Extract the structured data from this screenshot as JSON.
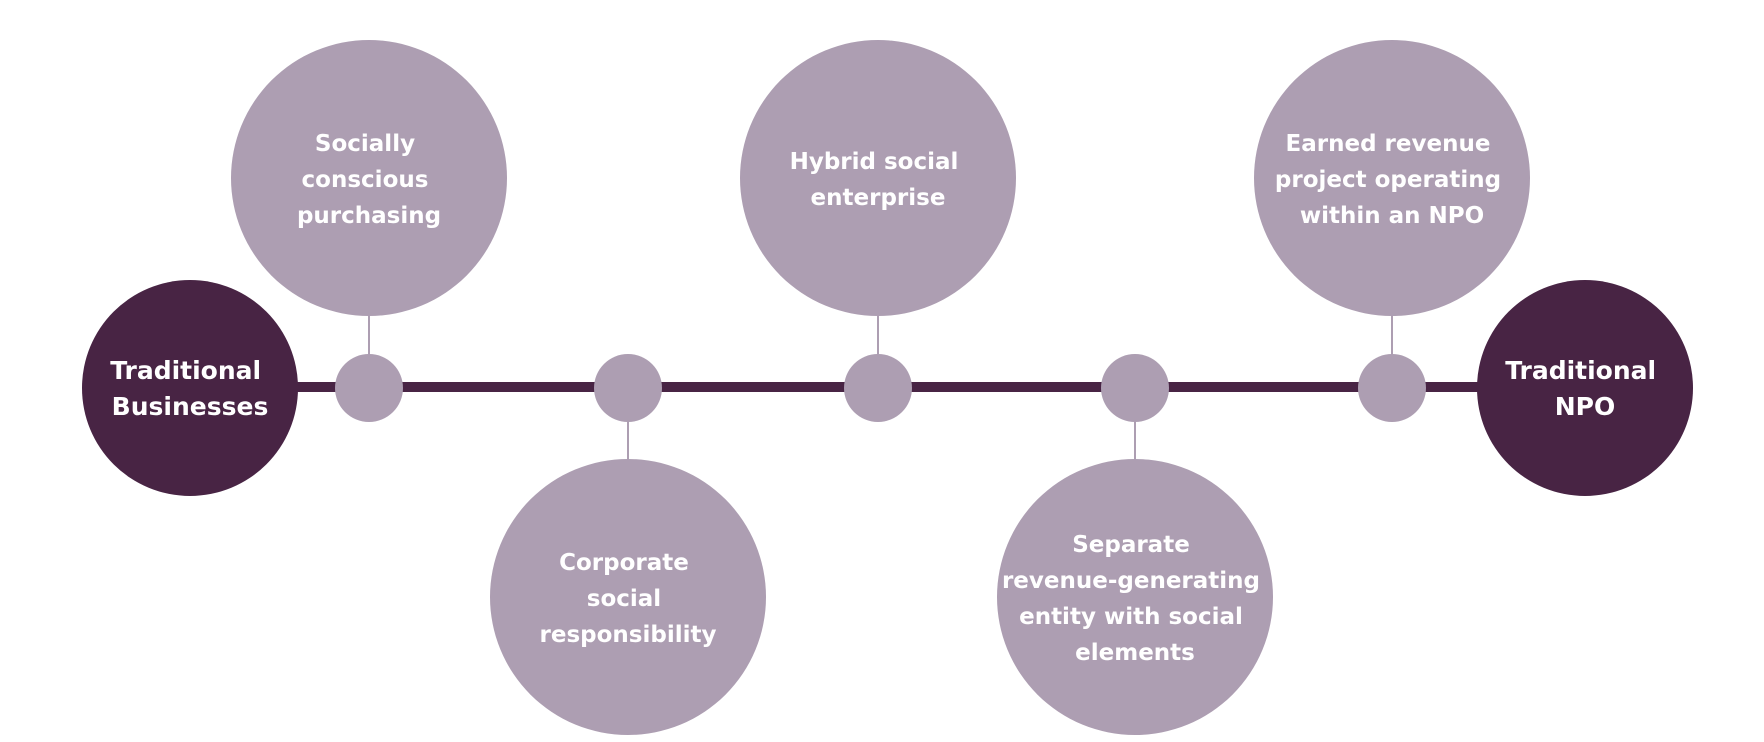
{
  "colors": {
    "dark": "#482444",
    "light": "#ad9eb2",
    "text": "#ffffff",
    "background": "#ffffff"
  },
  "endpoints": [
    {
      "id": "traditional-businesses",
      "lines": [
        "Traditional",
        "Businesses"
      ]
    },
    {
      "id": "traditional-npo",
      "lines": [
        "Traditional",
        "NPO"
      ]
    }
  ],
  "steps": [
    {
      "id": "socially-conscious-purchasing",
      "position": "above",
      "lines": [
        "Socially",
        "conscious",
        "purchasing"
      ]
    },
    {
      "id": "corporate-social-responsibility",
      "position": "below",
      "lines": [
        "Corporate",
        "social",
        "responsibility"
      ]
    },
    {
      "id": "hybrid-social-enterprise",
      "position": "above",
      "lines": [
        "Hybrid social",
        "enterprise"
      ]
    },
    {
      "id": "separate-revenue-generating-entity",
      "position": "below",
      "lines": [
        "Separate",
        "revenue-generating",
        "entity with social",
        "elements"
      ]
    },
    {
      "id": "earned-revenue-project",
      "position": "above",
      "lines": [
        "Earned revenue",
        "project operating",
        "within an NPO"
      ]
    }
  ]
}
